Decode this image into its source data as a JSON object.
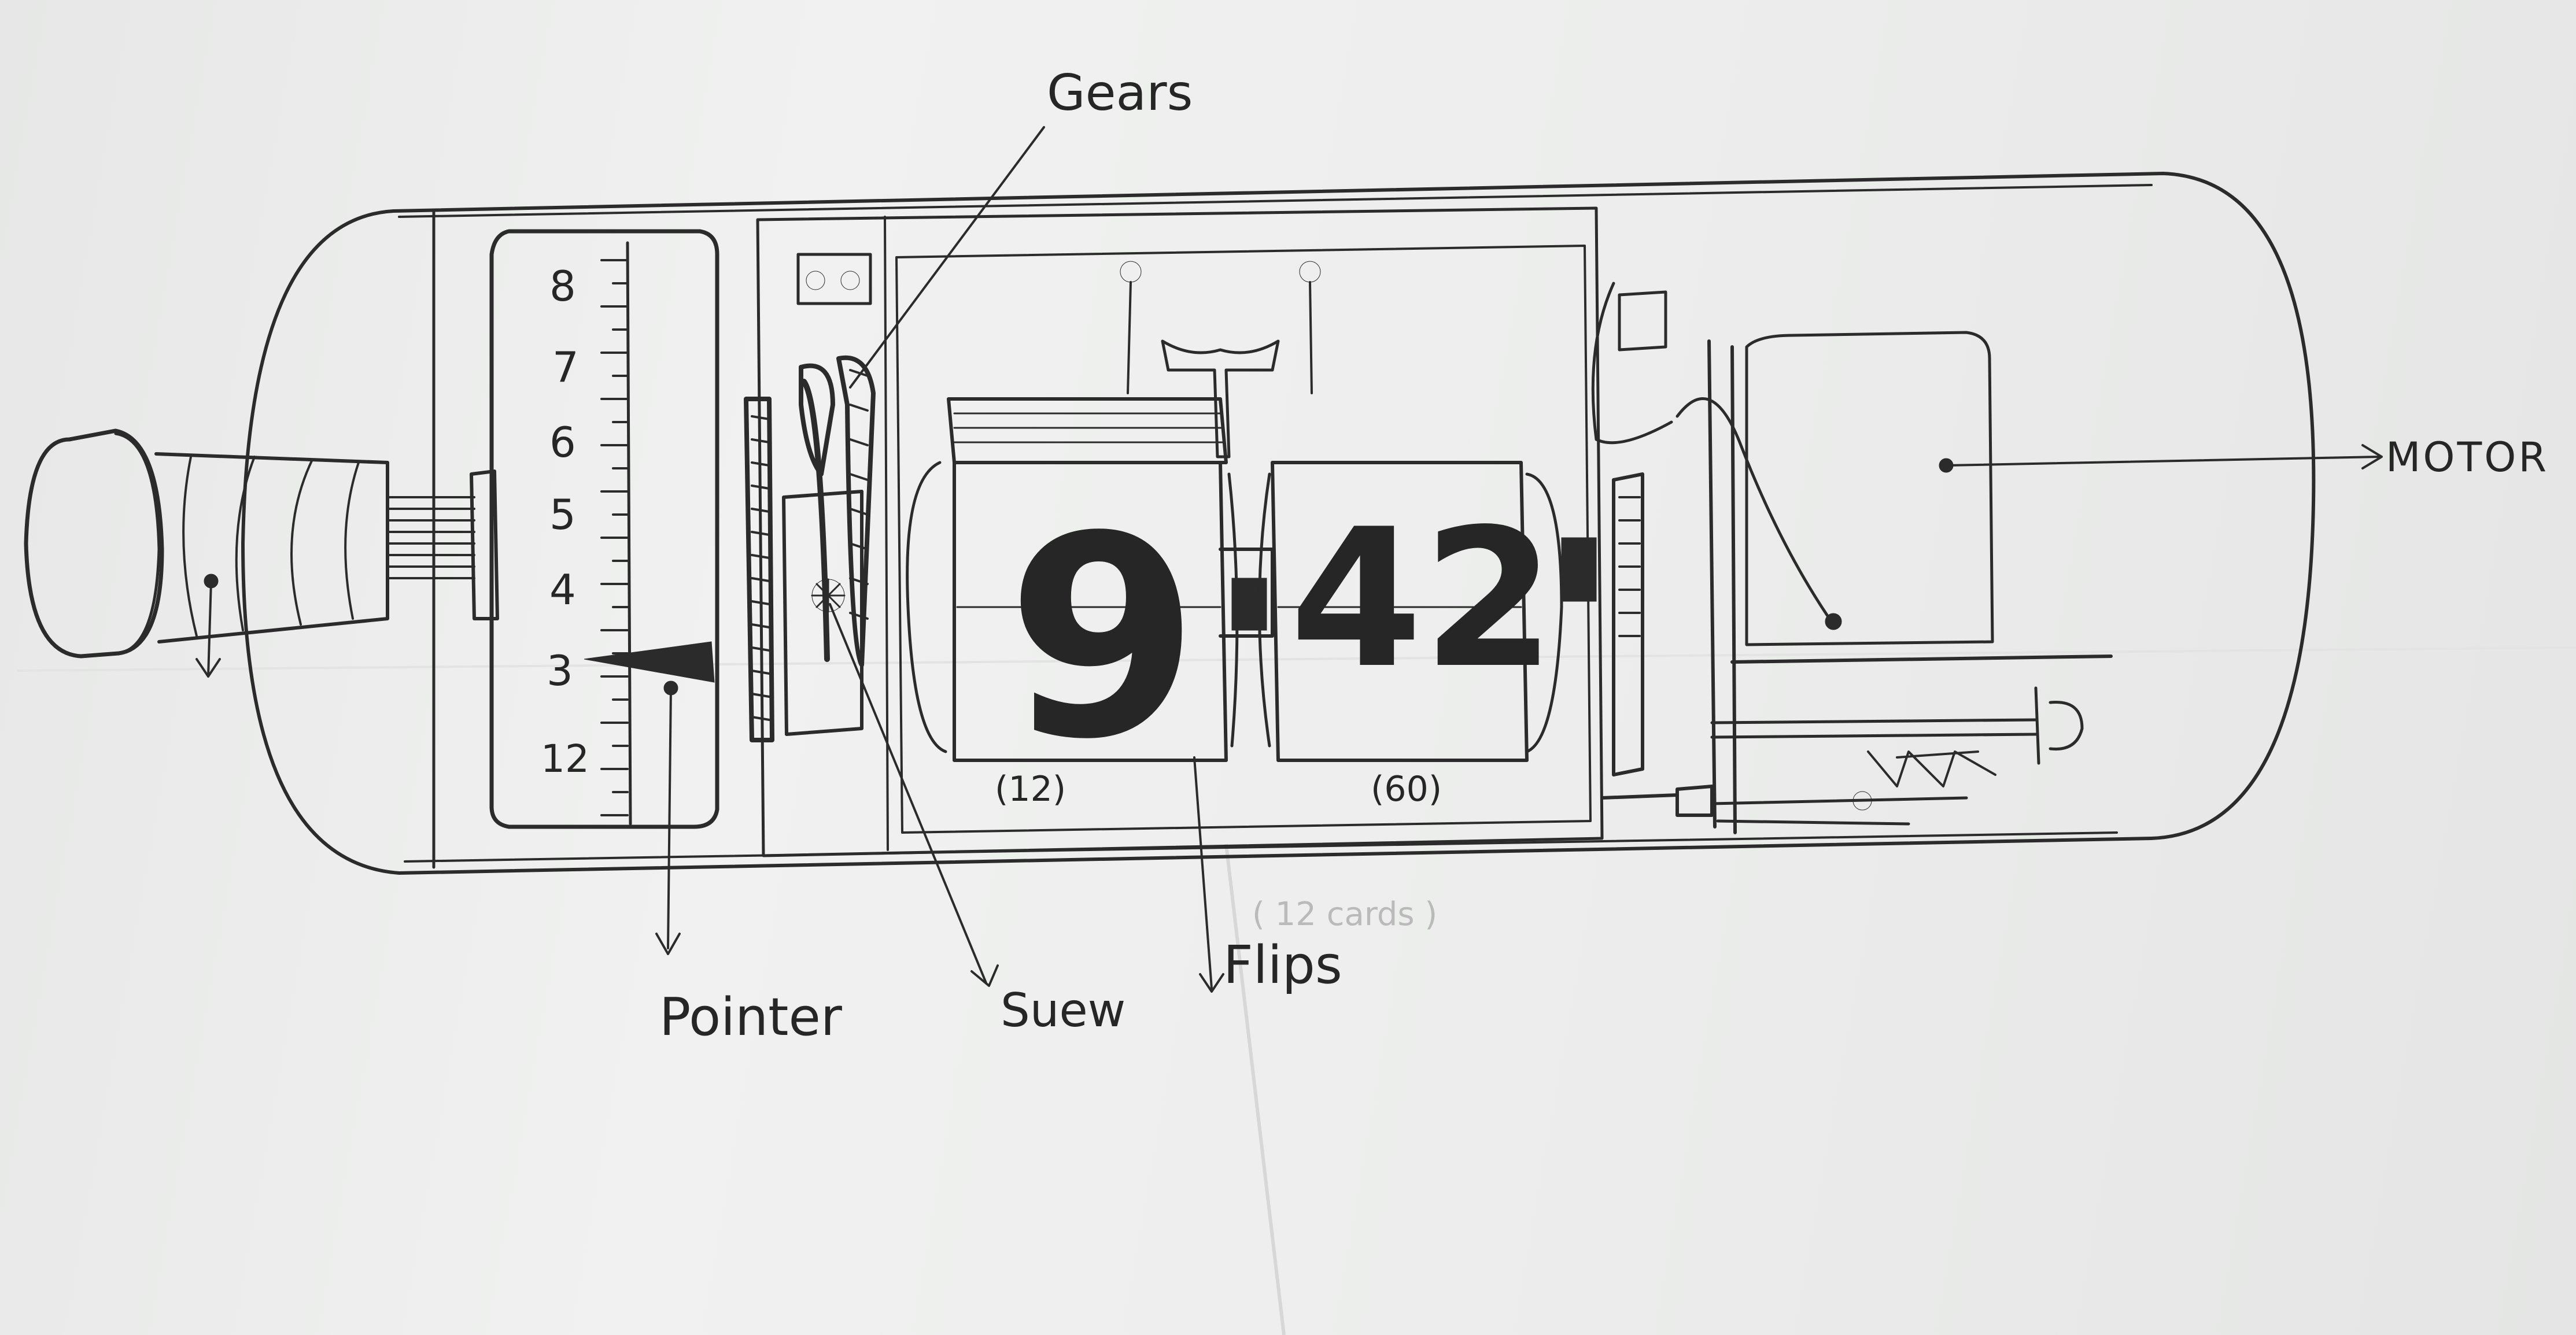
{
  "labels": {
    "gears": "Gears",
    "motor": "MOTOR",
    "pointer": "Pointer",
    "screw": "Suew",
    "flips": "Flips",
    "cards_note": "( 12 cards )"
  },
  "scale": {
    "ticks": [
      "8",
      "7",
      "6",
      "5",
      "4",
      "3",
      "12"
    ]
  },
  "flip_display": {
    "hour": "9",
    "minute": "42",
    "hour_count": "(12)",
    "minute_count": "(60)"
  },
  "colors": {
    "ink": "#2b2b2b",
    "paper": "#eeefee"
  }
}
